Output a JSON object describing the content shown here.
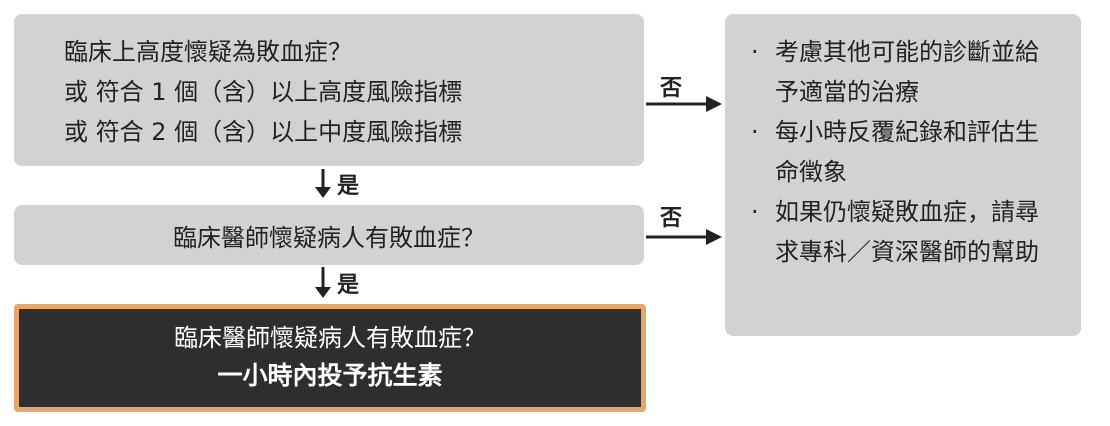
{
  "box1": {
    "lines": [
      "臨床上高度懷疑為敗血症？",
      "或 符合 1 個（含）以上高度風險指標",
      "或 符合 2 個（含）以上中度風險指標"
    ]
  },
  "box2": {
    "text": "臨床醫師懷疑病人有敗血症？"
  },
  "box3": {
    "line1": "臨床醫師懷疑病人有敗血症？",
    "line2": "一小時內投予抗生素"
  },
  "box4": {
    "items": [
      {
        "bullet": "·",
        "text": "考慮其他可能的診斷並給予適當的治療"
      },
      {
        "bullet": "·",
        "text": "每小時反覆紀錄和評估生命徵象"
      },
      {
        "bullet": "·",
        "text": "如果仍懷疑敗血症，請尋求專科／資深醫師的幫助"
      }
    ]
  },
  "arrows": {
    "yes1": "是",
    "yes2": "是",
    "no1": "否",
    "no2": "否"
  },
  "colors": {
    "box_fill": "#d2d2d2",
    "final_fill": "#2e2e2e",
    "final_border": "#e9a66a",
    "arrow": "#222222"
  }
}
